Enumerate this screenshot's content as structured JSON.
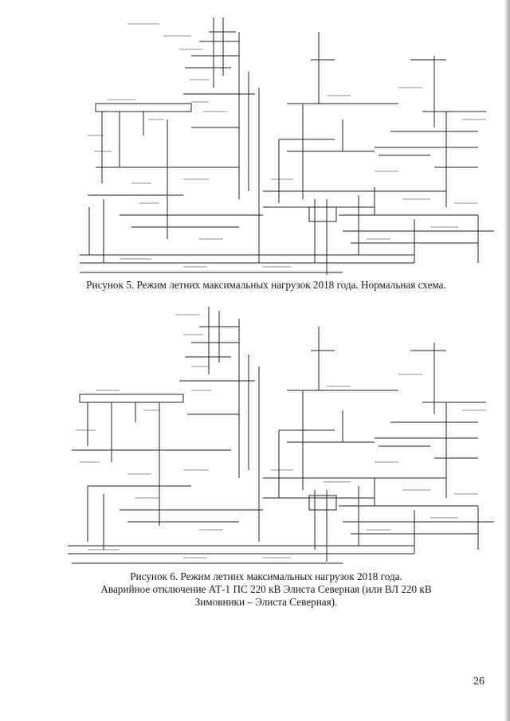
{
  "figures": [
    {
      "caption_lines": [
        "Рисунок 5. Режим летних максимальных нагрузок 2018 года. Нормальная схема."
      ]
    },
    {
      "caption_lines": [
        "Рисунок 6. Режим летних максимальных нагрузок 2018 года.",
        "Аварийное отключение АТ-1 ПС 220 кВ Элиста Северная (или ВЛ 220 кВ",
        "Зимовники – Элиста Северная)."
      ]
    }
  ],
  "page_number": "26"
}
